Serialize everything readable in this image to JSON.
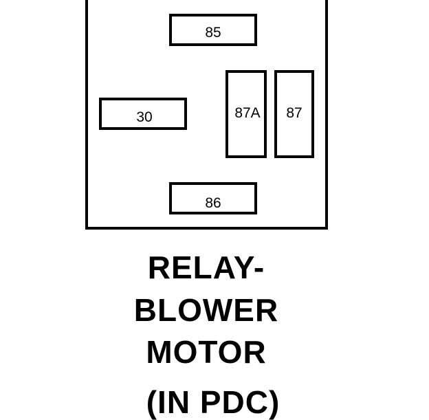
{
  "diagram": {
    "terminals": {
      "t85": "85",
      "t30": "30",
      "t87a": "87A",
      "t87": "87",
      "t86": "86"
    },
    "caption": {
      "line1": "RELAY-",
      "line2": "BLOWER",
      "line3": "MOTOR",
      "line4": "(IN PDC)"
    }
  }
}
